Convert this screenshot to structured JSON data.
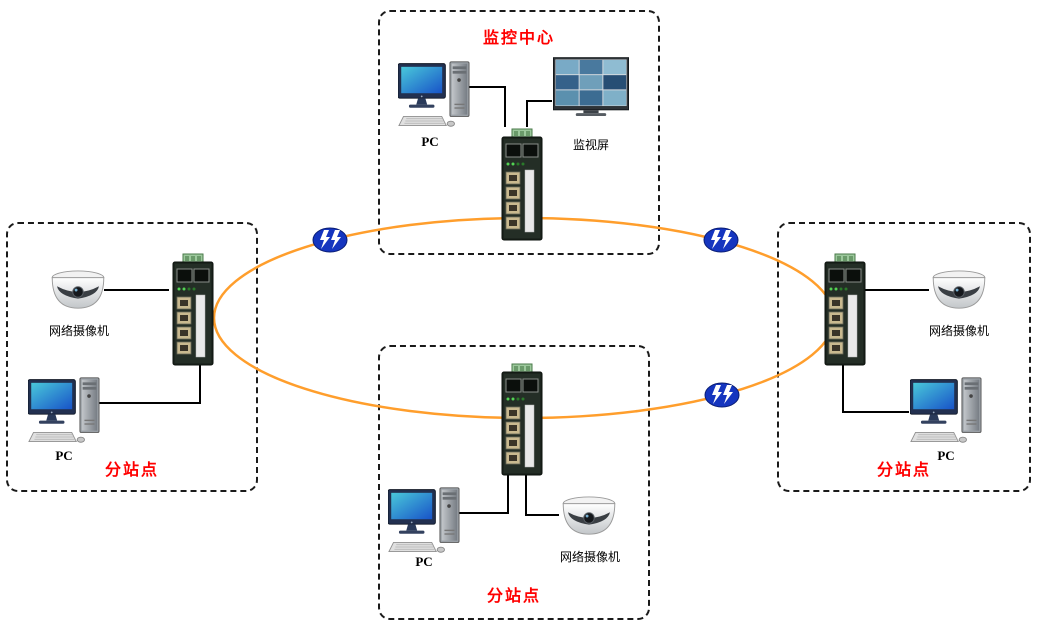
{
  "colors": {
    "ring_orange": "#FF9E2C",
    "label_red": "#FF0000",
    "bolt_blue": "#1535BF"
  },
  "groups": {
    "center": {
      "title": "监控中心",
      "pc_label": "PC",
      "screen_label": "监视屏"
    },
    "left": {
      "title": "分站点",
      "camera_label": "网络摄像机",
      "pc_label": "PC"
    },
    "right": {
      "title": "分站点",
      "camera_label": "网络摄像机",
      "pc_label": "PC"
    },
    "bottom": {
      "title": "分站点",
      "camera_label": "网络摄像机",
      "pc_label": "PC"
    }
  },
  "icons": {
    "switch": "industrial-ethernet-switch-icon",
    "pc": "desktop-pc-icon",
    "camera": "dome-camera-icon",
    "video_wall": "video-wall-icon",
    "bolt": "fiber-lightning-link-icon",
    "ring": "ring-network-ellipse"
  }
}
